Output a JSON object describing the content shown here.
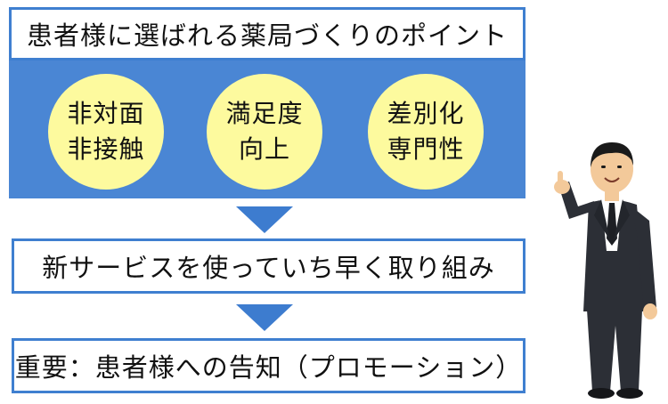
{
  "title": "患者様に選ばれる薬局づくりのポイント",
  "points": [
    {
      "line1": "非対面",
      "line2": "非接触"
    },
    {
      "line1": "満足度",
      "line2": "向上"
    },
    {
      "line1": "差別化",
      "line2": "専門性"
    }
  ],
  "step_action": "新サービスを使っていち早く取り組み",
  "step_promotion": "重要：患者様への告知（プロモーション）",
  "colors": {
    "panel_blue": "#4a86d4",
    "border_blue": "#3f7fd0",
    "circle_yellow": "#fdfa9e",
    "arrow_blue": "#3d7ccf"
  },
  "icons": [
    "down-arrow-icon",
    "businessman-pointing-icon"
  ]
}
